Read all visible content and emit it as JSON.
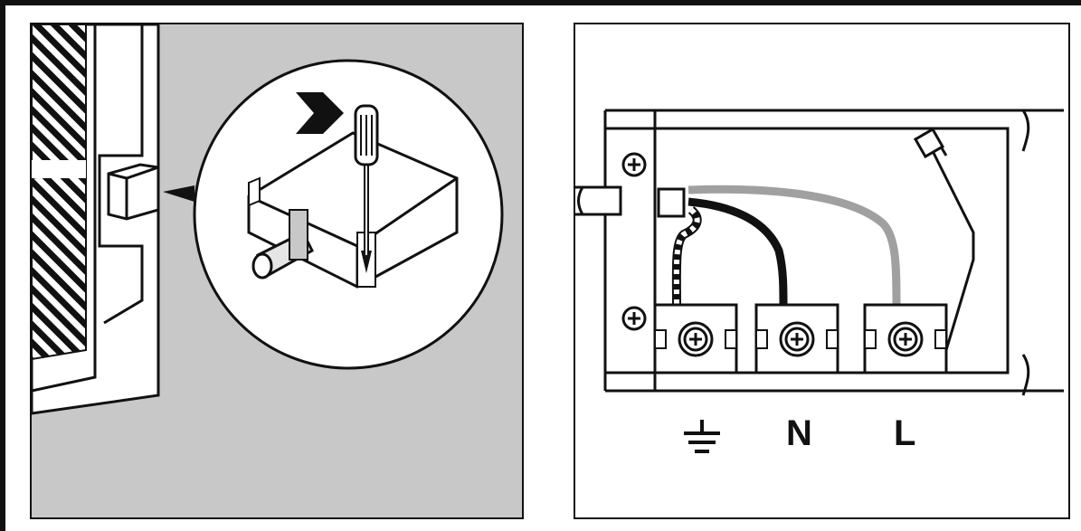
{
  "panels": {
    "left": {
      "name": "appliance-terminal-box-view"
    },
    "right": {
      "name": "terminal-block-wiring"
    }
  },
  "terminals": {
    "earth_symbol": "earth",
    "neutral_label": "N",
    "live_label": "L"
  },
  "colors": {
    "background_gray": "#c8c8c8",
    "ink": "#111111",
    "live_wire": "#a0a0a0",
    "neutral_wire": "#111111"
  }
}
